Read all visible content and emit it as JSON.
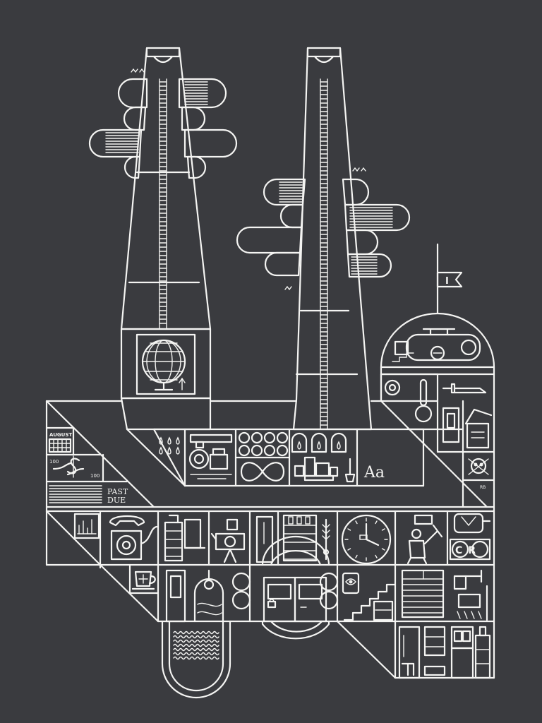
{
  "poster": {
    "calendar_month": "AUGUST",
    "bill_low_value": "100",
    "bill_high_value": "100",
    "past_due_line1": "PAST",
    "past_due_line2": "DUE",
    "typeface_sample": "Aa",
    "copyright_letters": "CR",
    "signature": "RB",
    "flag_letter": "I"
  }
}
